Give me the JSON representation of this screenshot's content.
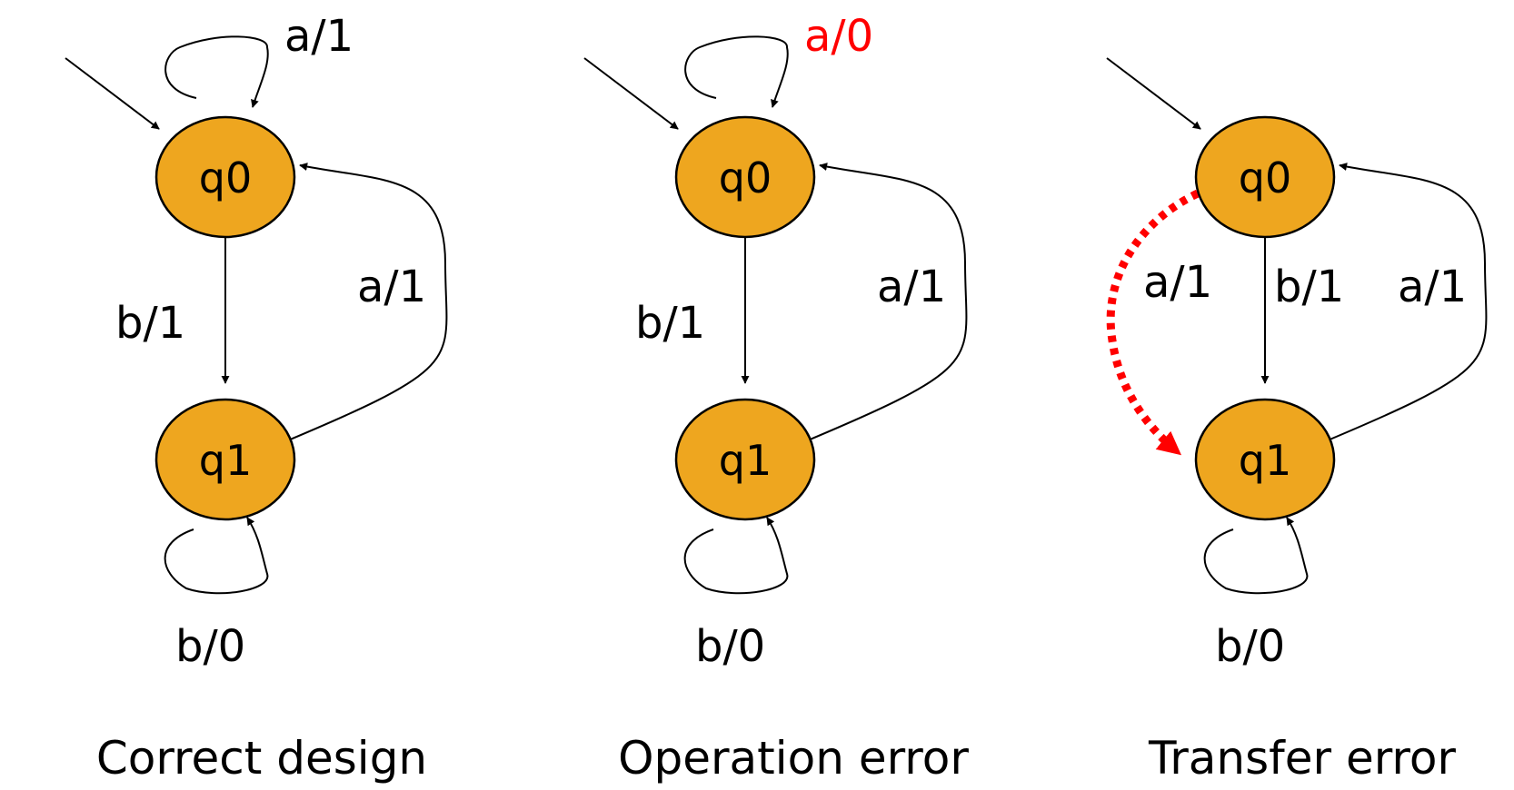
{
  "colors": {
    "state_fill": "#EEA61F",
    "error": "#ff0000",
    "line": "#000000"
  },
  "diagrams": [
    {
      "caption": "Correct design",
      "states": [
        {
          "id": "q0",
          "label": "q0"
        },
        {
          "id": "q1",
          "label": "q1"
        }
      ],
      "transitions": [
        {
          "from": "q0",
          "to": "q0",
          "label": "a/1",
          "error": false
        },
        {
          "from": "q0",
          "to": "q1",
          "label": "b/1",
          "error": false
        },
        {
          "from": "q1",
          "to": "q0",
          "label": "a/1",
          "error": false
        },
        {
          "from": "q1",
          "to": "q1",
          "label": "b/0",
          "error": false
        }
      ]
    },
    {
      "caption": "Operation error",
      "states": [
        {
          "id": "q0",
          "label": "q0"
        },
        {
          "id": "q1",
          "label": "q1"
        }
      ],
      "transitions": [
        {
          "from": "q0",
          "to": "q0",
          "label": "a/0",
          "error": true
        },
        {
          "from": "q0",
          "to": "q1",
          "label": "b/1",
          "error": false
        },
        {
          "from": "q1",
          "to": "q0",
          "label": "a/1",
          "error": false
        },
        {
          "from": "q1",
          "to": "q1",
          "label": "b/0",
          "error": false
        }
      ]
    },
    {
      "caption": "Transfer error",
      "states": [
        {
          "id": "q0",
          "label": "q0"
        },
        {
          "id": "q1",
          "label": "q1"
        }
      ],
      "transitions": [
        {
          "from": "q0",
          "to": "q1",
          "label": "a/1",
          "error": true
        },
        {
          "from": "q0",
          "to": "q1",
          "label": "b/1",
          "error": false
        },
        {
          "from": "q1",
          "to": "q0",
          "label": "a/1",
          "error": false
        },
        {
          "from": "q1",
          "to": "q1",
          "label": "b/0",
          "error": false
        }
      ]
    }
  ]
}
